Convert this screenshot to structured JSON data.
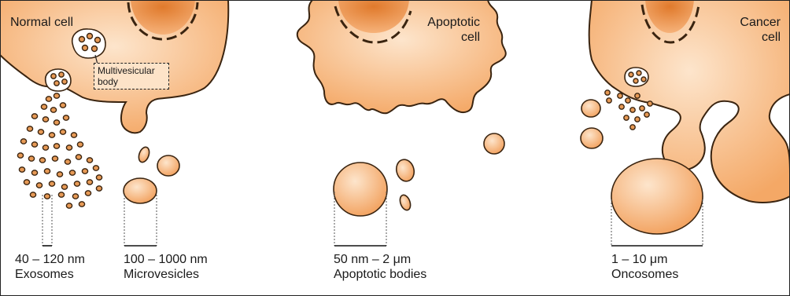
{
  "cells": {
    "normal": "Normal cell",
    "apoptotic": "Apoptotic cell",
    "cancer": "Cancer cell"
  },
  "callout": "Multivesicular body",
  "vesicles": [
    {
      "size": "40 – 120 nm",
      "name": "Exosomes"
    },
    {
      "size": "100 – 1000 nm",
      "name": "Microvesicles"
    },
    {
      "size": "50 nm – 2 μm",
      "name": "Apoptotic bodies"
    },
    {
      "size": "1 – 10 μm",
      "name": "Oncosomes"
    }
  ],
  "colors": {
    "cell_fill": "#f6b27a",
    "cell_light": "#fde5cc",
    "nucleus": "#e8873e",
    "outline": "#3a2410"
  }
}
